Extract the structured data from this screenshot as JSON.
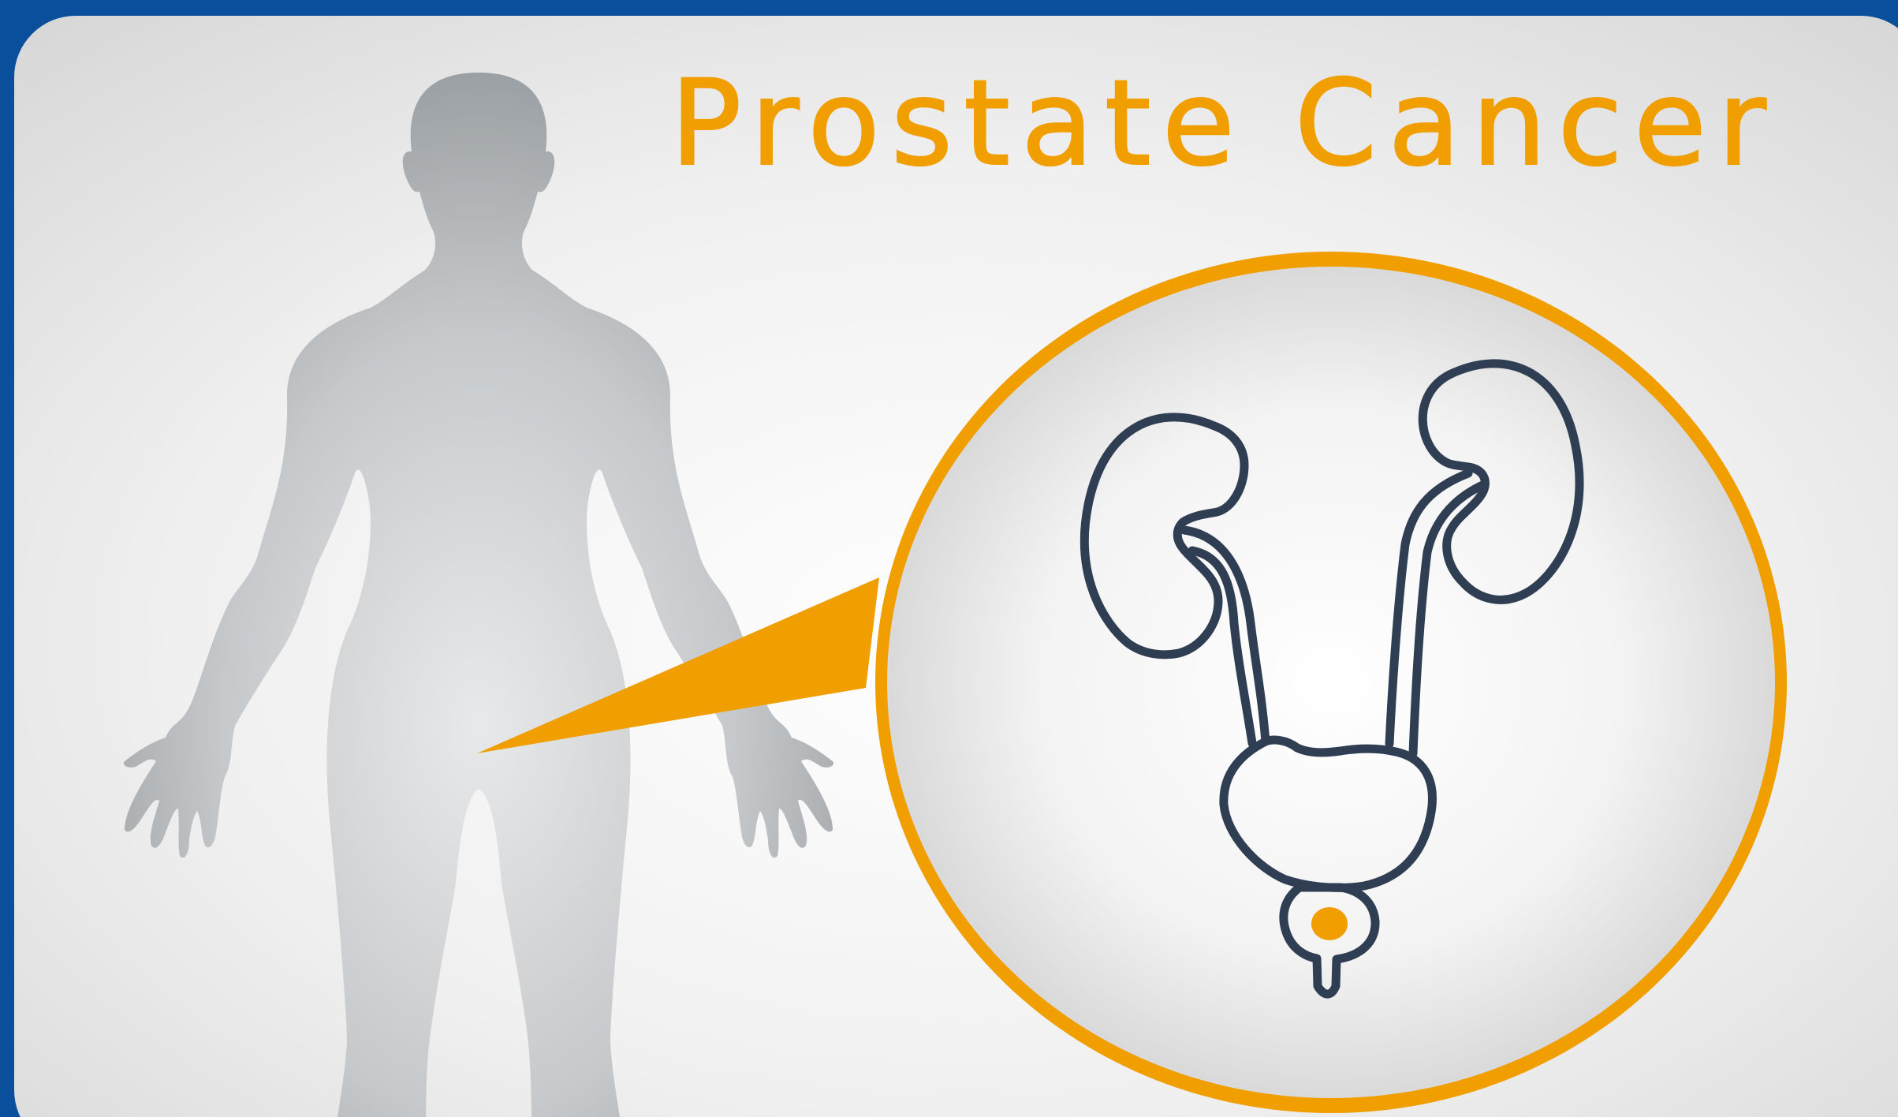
{
  "title": "Prostate Cancer",
  "colors": {
    "frame": "#0a4f9c",
    "accent": "#f09e00",
    "silhouette": "#9ba0a4",
    "outline": "#2f3e52"
  },
  "illustration": {
    "subject": "male-body-silhouette",
    "detail": "urinary-system-magnified",
    "highlight": "prostate-icon"
  }
}
